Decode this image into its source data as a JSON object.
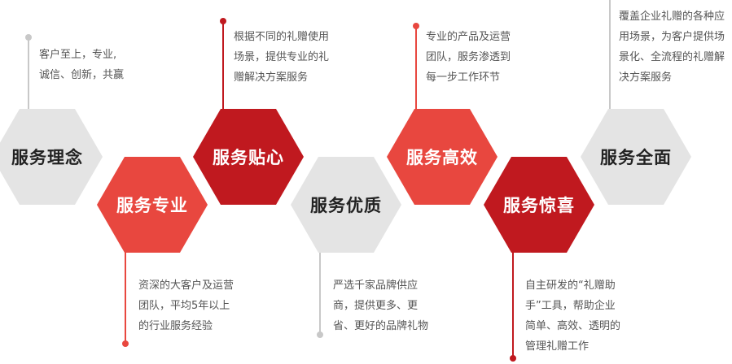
{
  "colors": {
    "gray": "#e4e4e4",
    "red": "#e8473f",
    "darkred": "#c0191f",
    "gray_stem": "#c8c8c8"
  },
  "hexagons": [
    {
      "title": "服务理念",
      "fill": "gray"
    },
    {
      "title": "服务专业",
      "fill": "red"
    },
    {
      "title": "服务贴心",
      "fill": "darkred"
    },
    {
      "title": "服务优质",
      "fill": "gray"
    },
    {
      "title": "服务高效",
      "fill": "red"
    },
    {
      "title": "服务惊喜",
      "fill": "darkred"
    },
    {
      "title": "服务全面",
      "fill": "gray"
    }
  ],
  "descriptions": [
    {
      "lines": [
        "客户至上，专业,",
        "诚信、创新，共赢"
      ]
    },
    {
      "lines": [
        "资深的大客户及运营",
        "团队，平均5年以上",
        "的行业服务经验"
      ]
    },
    {
      "lines": [
        "根据不同的礼赠使用",
        "场景，提供专业的礼",
        "赠解决方案服务"
      ]
    },
    {
      "lines": [
        "严选千家品牌供应",
        "商，提供更多、更",
        "省、更好的品牌礼物"
      ]
    },
    {
      "lines": [
        "专业的产品及运营",
        "团队，服务渗透到",
        "每一步工作环节"
      ]
    },
    {
      "lines": [
        "自主研发的“礼赠助",
        "手”工具，帮助企业",
        "简单、高效、透明的",
        "管理礼赠工作"
      ]
    },
    {
      "lines": [
        "覆盖企业礼赠的各种应",
        "用场景，为客户提供场",
        "景化、全流程的礼赠解",
        "决方案服务"
      ]
    }
  ]
}
